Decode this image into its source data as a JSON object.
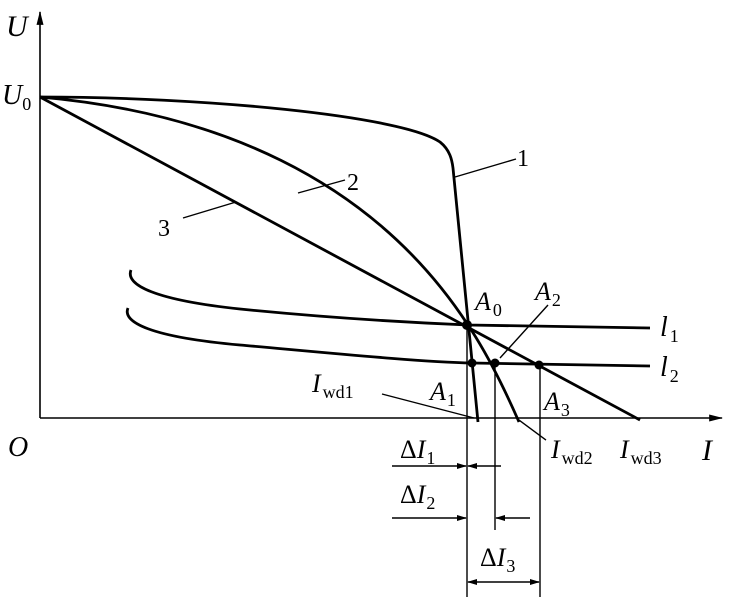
{
  "axes": {
    "y_label": "U",
    "x_label": "I",
    "origin": "O"
  },
  "labels": {
    "u0": {
      "main": "U",
      "sub": "0"
    },
    "curve1": "1",
    "curve2": "2",
    "curve3": "3",
    "a0": {
      "main": "A",
      "sub": "0"
    },
    "a1": {
      "main": "A",
      "sub": "1"
    },
    "a2": {
      "main": "A",
      "sub": "2"
    },
    "a3": {
      "main": "A",
      "sub": "3"
    },
    "l1": {
      "main": "l",
      "sub": "1"
    },
    "l2": {
      "main": "l",
      "sub": "2"
    },
    "iwd1": {
      "main": "I",
      "sub": "wd1"
    },
    "iwd2": {
      "main": "I",
      "sub": "wd2"
    },
    "iwd3": {
      "main": "I",
      "sub": "wd3"
    },
    "dI1": {
      "delta": "Δ",
      "main": "I",
      "sub": "1"
    },
    "dI2": {
      "delta": "Δ",
      "main": "I",
      "sub": "2"
    },
    "dI3": {
      "delta": "Δ",
      "main": "I",
      "sub": "3"
    }
  }
}
